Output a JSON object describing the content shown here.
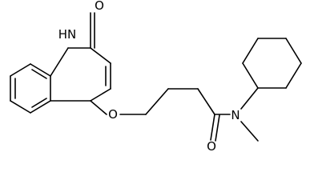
{
  "molecule": {
    "atoms": {
      "lactam_nh": "HN",
      "carbonyl_o_ring": "O",
      "ether_o": "O",
      "amide_o": "O",
      "amide_n": "N"
    }
  }
}
